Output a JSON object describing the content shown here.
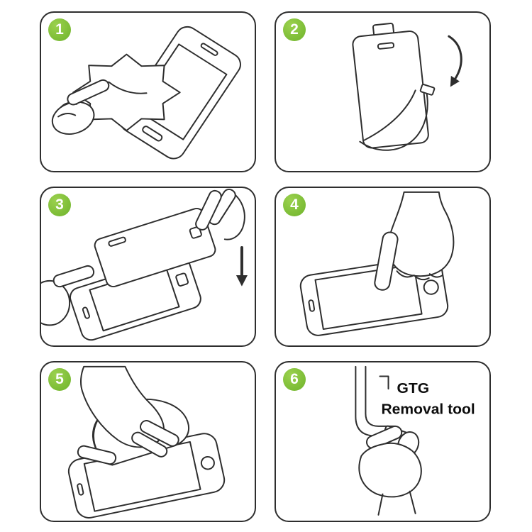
{
  "sheet": {
    "background": "#ffffff",
    "panel_border_color": "#2e2e2e",
    "line_color": "#2e2e2e",
    "badge_color": "#7cc142",
    "badge_text_color": "#ffffff"
  },
  "steps": [
    {
      "number": "1",
      "illustration": "wipe-screen-with-cleaning-cloth"
    },
    {
      "number": "2",
      "illustration": "peel-protective-film-from-protector"
    },
    {
      "number": "3",
      "illustration": "align-and-lower-protector-onto-screen"
    },
    {
      "number": "4",
      "illustration": "press-screen-center-with-finger"
    },
    {
      "number": "5",
      "illustration": "smooth-film-across-screen"
    },
    {
      "number": "6",
      "illustration": "use-removal-tool-at-corner",
      "label_line1": "GTG",
      "label_line2": "Removal tool"
    }
  ]
}
